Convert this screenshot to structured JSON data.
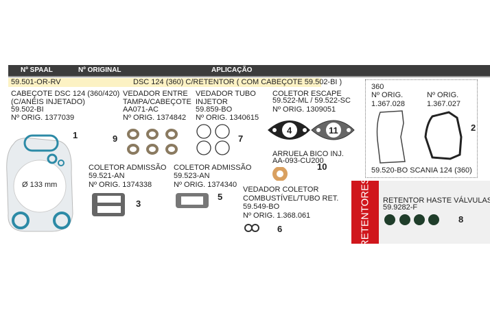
{
  "header": {
    "spaal": "Nº SPAAL",
    "original": "Nº ORIGINAL",
    "aplicacao": "APLICAÇÃO"
  },
  "row": {
    "code": "59.501-OR-RV",
    "application": "DSC 124 (360) C/RETENTOR ( COM CABEÇOTE 59.502-BI )"
  },
  "items": {
    "cabecote": {
      "l1": "CABEÇOTE DSC 124 (360/420)",
      "l2": "(C/ANÉIS INJETADO)",
      "l3": "59.502-BI",
      "l4": "Nº ORIG. 1377039",
      "diam": "Ø 133 mm",
      "num": "1"
    },
    "vedador_tampa": {
      "l1": "VEDADOR ENTRE",
      "l2": "TAMPA/CABEÇOTE",
      "l3": "AA071-AC",
      "l4": "Nº ORIG. 1374842",
      "num": "9"
    },
    "vedador_tubo": {
      "l1": "VEDADOR TUBO",
      "l2": "INJETOR",
      "l3": "59.859-BO",
      "l4": "Nº ORIG. 1340615",
      "num": "7"
    },
    "coletor_escape": {
      "l1": "COLETOR ESCAPE",
      "l2": "59.522-ML / 59.522-SC",
      "l3": "Nº ORIG. 1309051",
      "num_a": "4",
      "num_b": "11"
    },
    "arruela": {
      "l1": "ARRUELA BICO INJ.",
      "l2": "AA-093-CU200",
      "num": "10"
    },
    "tampa": {
      "l0": "360",
      "a1": "Nº ORIG.",
      "a2": "1.367.028",
      "b1": "Nº ORIG.",
      "b2": "1.367.027",
      "footer": "59.520-BO SCANIA 124 (360)",
      "num": "2"
    },
    "admissao1": {
      "l1": "COLETOR ADMISSÃO",
      "l2": "59.521-AN",
      "l3": "Nº ORIG. 1374338",
      "num": "3"
    },
    "admissao2": {
      "l1": "COLETOR ADMISSÃO",
      "l2": "59.523-AN",
      "l3": "Nº ORIG. 1374340",
      "num": "5"
    },
    "vedador_comb": {
      "l1": "VEDADOR COLETOR",
      "l2": "COMBUSTÍVEL/TUBO RET.",
      "l3": "59.549-BO",
      "l4": "Nº ORIG. 1.368.061",
      "num": "6"
    },
    "retentor": {
      "tag": "RETENTORES",
      "l1": "RETENTOR HASTE VÁLVULAS",
      "l2": "59.9282-F",
      "num": "8"
    }
  }
}
